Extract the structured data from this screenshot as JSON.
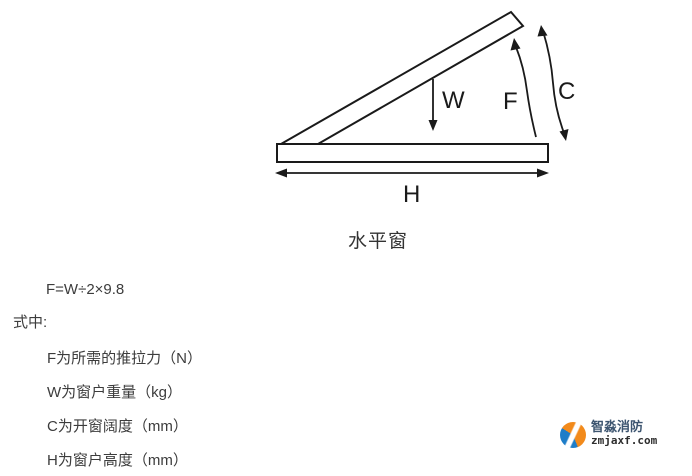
{
  "diagram": {
    "caption": "水平窗",
    "labels": {
      "w": "W",
      "f": "F",
      "c": "C",
      "h": "H"
    },
    "line_color": "#1a1a1a"
  },
  "formula": "F=W÷2×9.8",
  "where_label": "式中:",
  "definitions": [
    "F为所需的推拉力（N）",
    "W为窗户重量（kg）",
    "C为开窗阔度（mm）",
    "H为窗户高度（mm）"
  ],
  "logo": {
    "name": "智淼消防",
    "domain": "zmjaxf.com",
    "colors": {
      "orange": "#f28a1b",
      "blue": "#1e7dc8",
      "name_text": "#3d5570"
    }
  }
}
